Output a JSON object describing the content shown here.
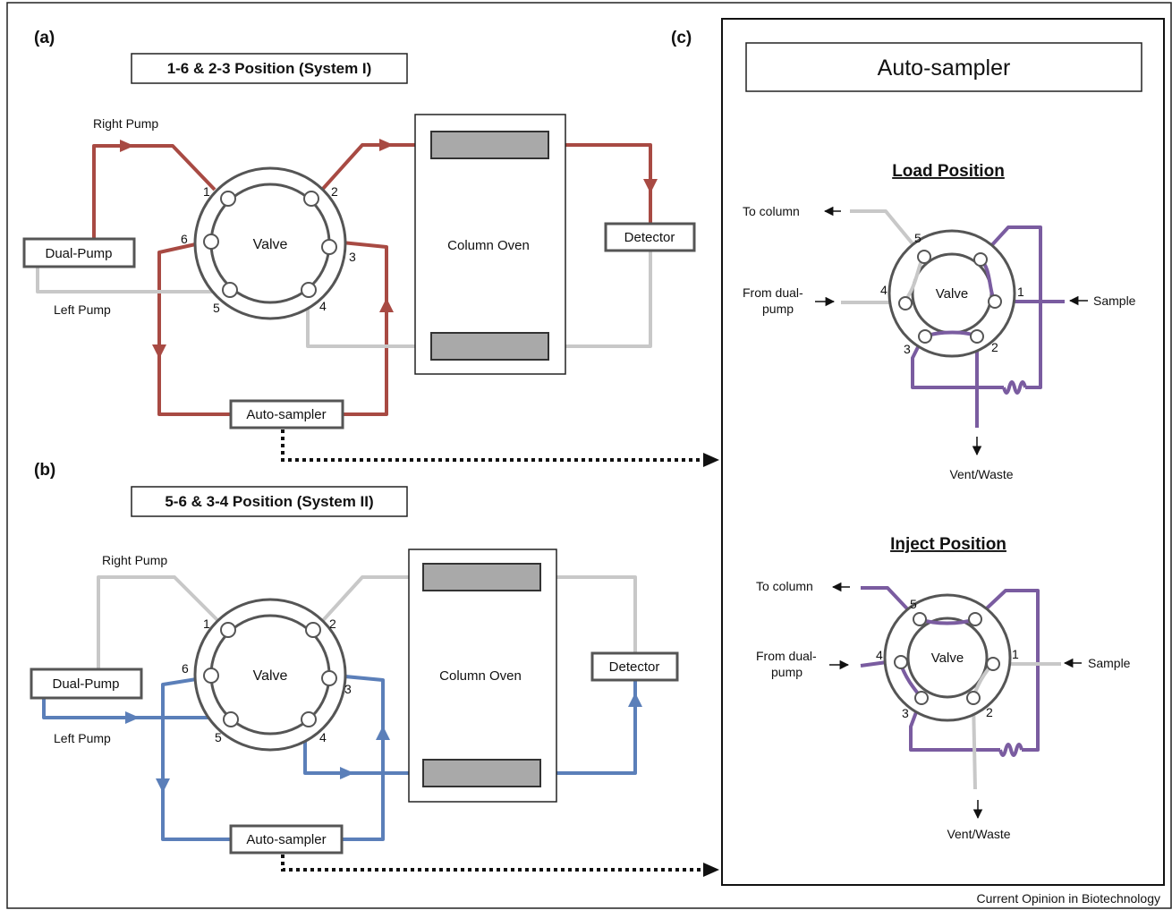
{
  "panels": {
    "a": {
      "label": "(a)",
      "title": "1-6 & 2-3 Position (System I)",
      "right_pump": "Right Pump",
      "left_pump": "Left Pump",
      "dual_pump": "Dual-Pump",
      "valve": "Valve",
      "column_oven": "Column Oven",
      "detector": "Detector",
      "auto_sampler": "Auto-sampler",
      "ports": [
        "1",
        "2",
        "3",
        "4",
        "5",
        "6"
      ],
      "flow_color": "#a84a43"
    },
    "b": {
      "label": "(b)",
      "title": "5-6 & 3-4 Position (System II)",
      "right_pump": "Right Pump",
      "left_pump": "Left Pump",
      "dual_pump": "Dual-Pump",
      "valve": "Valve",
      "column_oven": "Column Oven",
      "detector": "Detector",
      "auto_sampler": "Auto-sampler",
      "ports": [
        "1",
        "2",
        "3",
        "4",
        "5",
        "6"
      ],
      "flow_color": "#5b7fb9"
    },
    "c": {
      "label": "(c)",
      "title": "Auto-sampler",
      "load": {
        "title": "Load Position",
        "to_column": "To column",
        "from_dual_line1": "From dual-",
        "from_dual_line2": "pump",
        "sample": "Sample",
        "vent": "Vent/Waste",
        "valve": "Valve",
        "ports": [
          "1",
          "2",
          "3",
          "4",
          "5"
        ]
      },
      "inject": {
        "title": "Inject Position",
        "to_column": "To column",
        "from_dual_line1": "From dual-",
        "from_dual_line2": "pump",
        "sample": "Sample",
        "vent": "Vent/Waste",
        "valve": "Valve",
        "ports": [
          "1",
          "2",
          "3",
          "4",
          "5"
        ]
      },
      "flow_color": "#7a5ca0"
    }
  },
  "inactive_line_color": "#c8c8c8",
  "credit": "Current Opinion in Biotechnology"
}
